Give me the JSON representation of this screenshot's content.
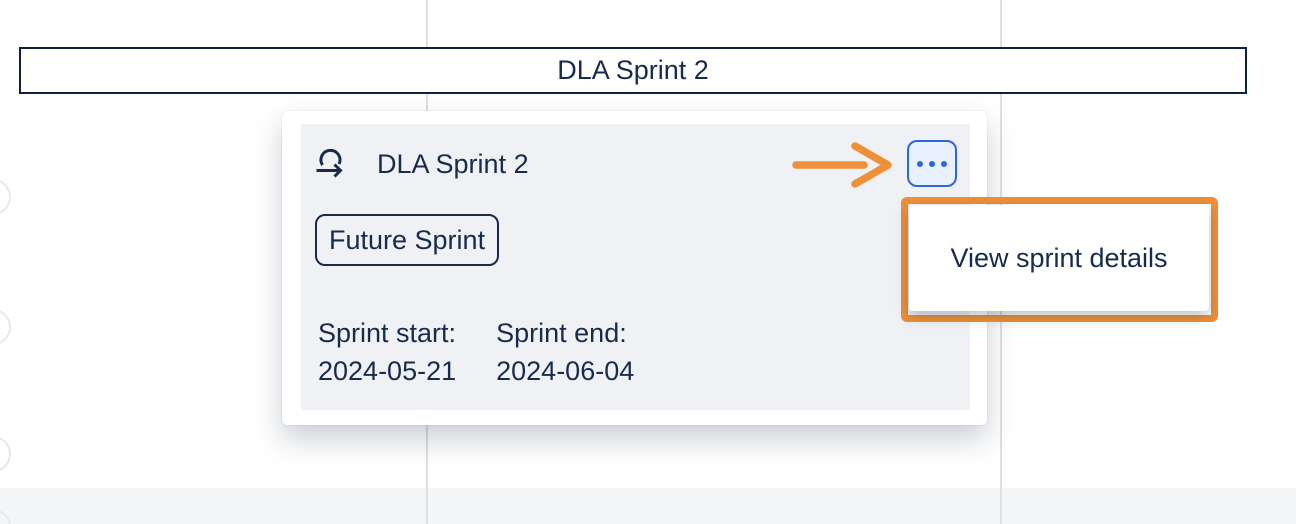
{
  "colors": {
    "annotation_orange": "#EE9038",
    "focus_blue": "#2E65E0",
    "navy_text": "#172B4D",
    "card_gray": "#F0F1F4"
  },
  "timeline": {
    "sprint_bar_label": "DLA Sprint 2"
  },
  "flyout": {
    "icon": "sprint-loop-arrow-icon",
    "title": "DLA Sprint 2",
    "status_badge": "Future Sprint",
    "sprint_start_label": "Sprint start:",
    "sprint_start_date": "2024-05-21",
    "sprint_end_label": "Sprint end:",
    "sprint_end_date": "2024-06-04",
    "more_button_icon": "ellipsis-icon"
  },
  "context_menu": {
    "items": [
      {
        "label": "View sprint details"
      }
    ]
  }
}
